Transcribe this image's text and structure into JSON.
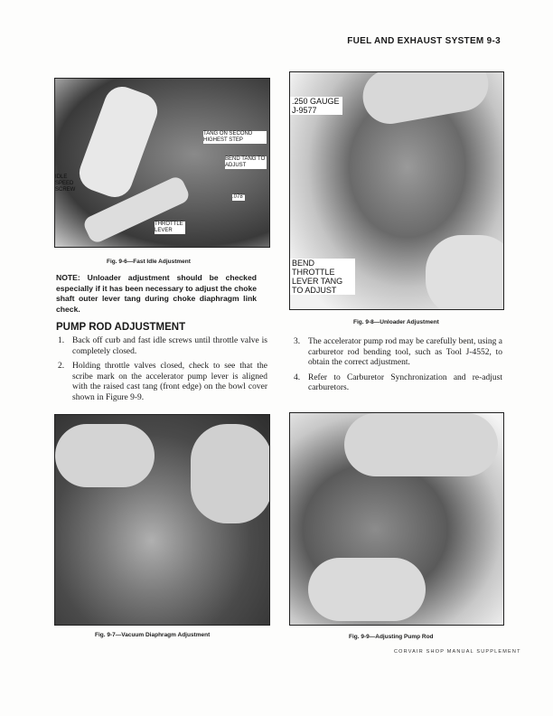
{
  "header": {
    "title": "FUEL AND EXHAUST SYSTEM 9-3"
  },
  "fig96": {
    "caption": "Fig. 9-6—Fast Idle Adjustment",
    "labels": {
      "tang": "TANG ON SECOND HIGHEST STEP",
      "bend": "BEND TANG TO ADJUST",
      "idle": "IDLE SPEED SCREW",
      "gap": ".078\"",
      "throttle": "THROTTLE LEVER"
    }
  },
  "fig98": {
    "caption": "Fig. 9-8—Unloader Adjustment",
    "labels": {
      "gauge": ".250 GAUGE J-9577",
      "bend": "BEND THROTTLE LEVER TANG TO ADJUST"
    }
  },
  "fig97": {
    "caption": "Fig. 9-7—Vacuum Diaphragm Adjustment"
  },
  "fig99": {
    "caption": "Fig. 9-9—Adjusting Pump Rod"
  },
  "note": "NOTE: Unloader adjustment should be checked especially if it has been necessary to adjust the choke shaft outer lever tang during choke diaphragm link check.",
  "section": {
    "title": "PUMP ROD ADJUSTMENT",
    "steps": [
      {
        "num": "1.",
        "text": "Back off curb and fast idle screws until throttle valve is completely closed."
      },
      {
        "num": "2.",
        "text": "Holding throttle valves closed, check to see that the scribe mark on the accelerator pump lever is aligned with the raised cast tang (front edge) on the bowl cover shown in Figure 9-9."
      },
      {
        "num": "3.",
        "text": "The accelerator pump rod may be carefully bent, using a carburetor rod bending tool, such as Tool J-4552, to obtain the correct adjustment."
      },
      {
        "num": "4.",
        "text": "Refer to Carburetor Synchronization and re-adjust carburetors."
      }
    ]
  },
  "footer": "CORVAIR SHOP MANUAL SUPPLEMENT"
}
